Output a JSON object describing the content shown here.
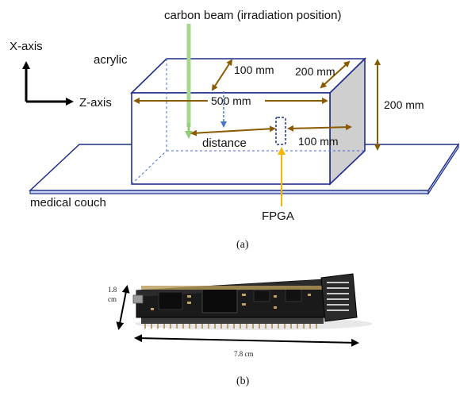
{
  "diagram": {
    "beam_label": "carbon beam (irradiation position)",
    "x_axis_label": "X-axis",
    "z_axis_label": "Z-axis",
    "acrylic_label": "acrylic",
    "dim_depth_100": "100 mm",
    "dim_width_200": "200 mm",
    "dim_length_500": "500 mm",
    "dim_height_200": "200 mm",
    "distance_label": "distance",
    "dim_fpga_100": "100 mm",
    "couch_label": "medical couch",
    "fpga_label": "FPGA",
    "caption_a": "(a)"
  },
  "board": {
    "height_label_value": "1.8",
    "height_label_unit": "cm",
    "length_label": "7.8 cm",
    "caption_b": "(b)"
  },
  "colors": {
    "box_edge": "#1f2e8c",
    "dim_arrow": "#8a5a00",
    "beam": "#a6d98a",
    "fpga_arrow": "#f2b705",
    "distance_arrow": "#4a78c8",
    "side_face": "#cfcfcf"
  }
}
